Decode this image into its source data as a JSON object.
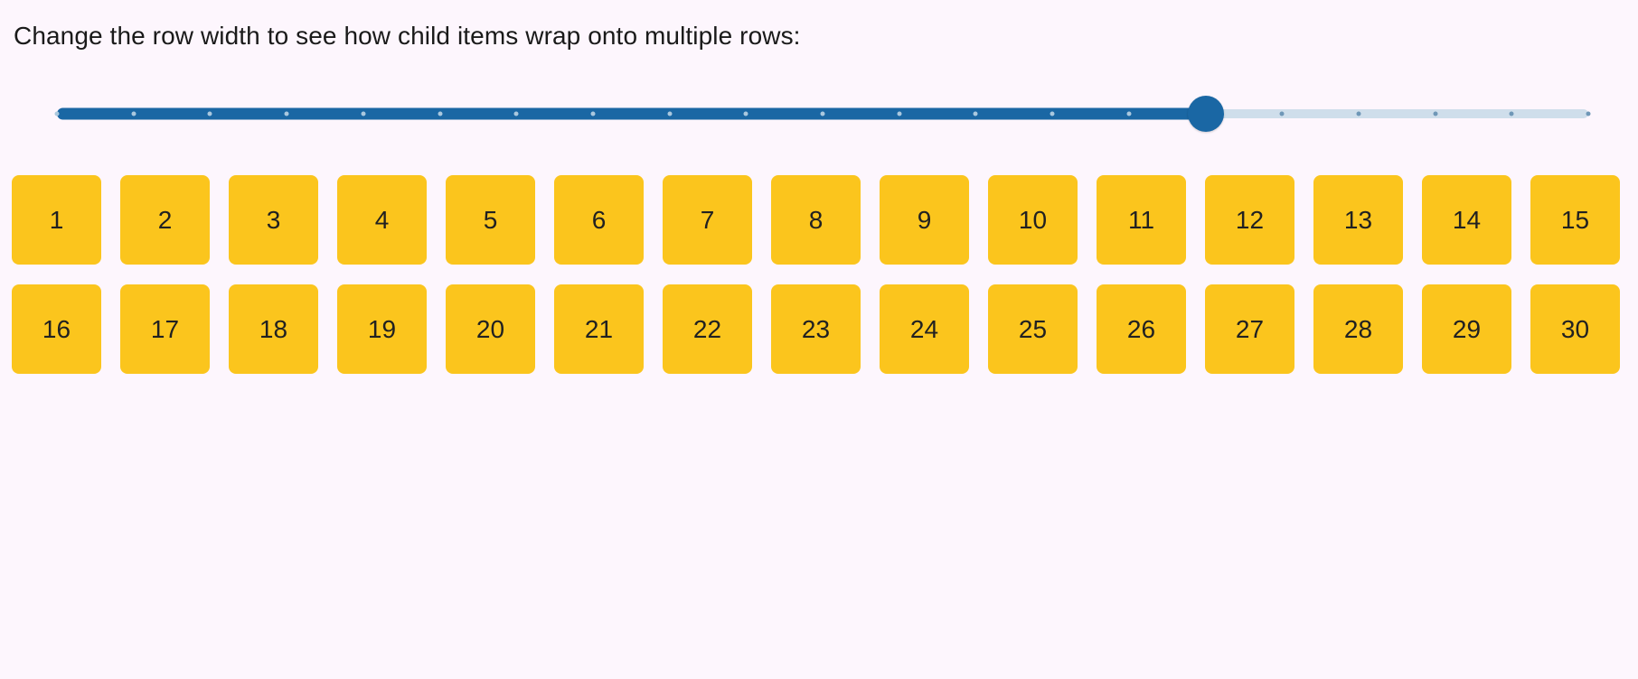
{
  "colors": {
    "background": "#fdf6fd",
    "text": "#1a1a1a",
    "slider_fill": "#1a67a4",
    "slider_rail": "#cfdeeb",
    "tick_on_fill": "#aac8de",
    "tick_on_rail": "#6f97b7",
    "tile_background": "#fbc51d",
    "tile_text": "#212121"
  },
  "instruction": {
    "text": "Change the row width to see how child items wrap onto multiple rows:"
  },
  "slider": {
    "value_percent": 75,
    "tick_count": 21
  },
  "grid": {
    "items": [
      1,
      2,
      3,
      4,
      5,
      6,
      7,
      8,
      9,
      10,
      11,
      12,
      13,
      14,
      15,
      16,
      17,
      18,
      19,
      20,
      21,
      22,
      23,
      24,
      25,
      26,
      27,
      28,
      29,
      30
    ]
  }
}
